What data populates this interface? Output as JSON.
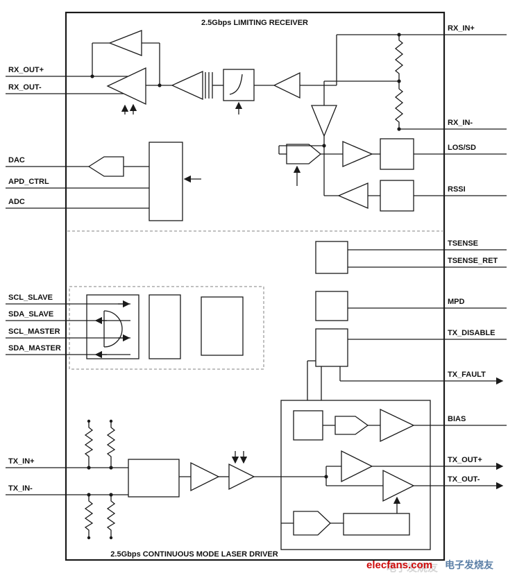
{
  "titles": {
    "receiver": "2.5Gbps LIMITING RECEIVER",
    "driver": "2.5Gbps CONTINUOUS MODE LASER DRIVER"
  },
  "pins": {
    "left": [
      {
        "label": "RX_OUT+"
      },
      {
        "label": "RX_OUT-"
      },
      {
        "label": "DAC"
      },
      {
        "label": "APD_CTRL"
      },
      {
        "label": "ADC"
      },
      {
        "label": "SCL_SLAVE"
      },
      {
        "label": "SDA_SLAVE"
      },
      {
        "label": "SCL_MASTER"
      },
      {
        "label": "SDA_MASTER"
      },
      {
        "label": "TX_IN+"
      },
      {
        "label": "TX_IN-"
      }
    ],
    "right": [
      {
        "label": "RX_IN+"
      },
      {
        "label": "RX_IN-"
      },
      {
        "label": "LOS/SD"
      },
      {
        "label": "RSSI"
      },
      {
        "label": "TSENSE"
      },
      {
        "label": "TSENSE_RET"
      },
      {
        "label": "MPD"
      },
      {
        "label": "TX_DISABLE"
      },
      {
        "label": "TX_FAULT"
      },
      {
        "label": "BIAS"
      },
      {
        "label": "TX_OUT+"
      },
      {
        "label": "TX_OUT-"
      }
    ]
  },
  "watermark": {
    "brand": "elecfans.com",
    "brand_cn": "电子发烧友"
  },
  "colors": {
    "wire": "#1a1a1a",
    "watermark_red": "#cf0a0a",
    "watermark_blue": "#5b7fa6"
  }
}
